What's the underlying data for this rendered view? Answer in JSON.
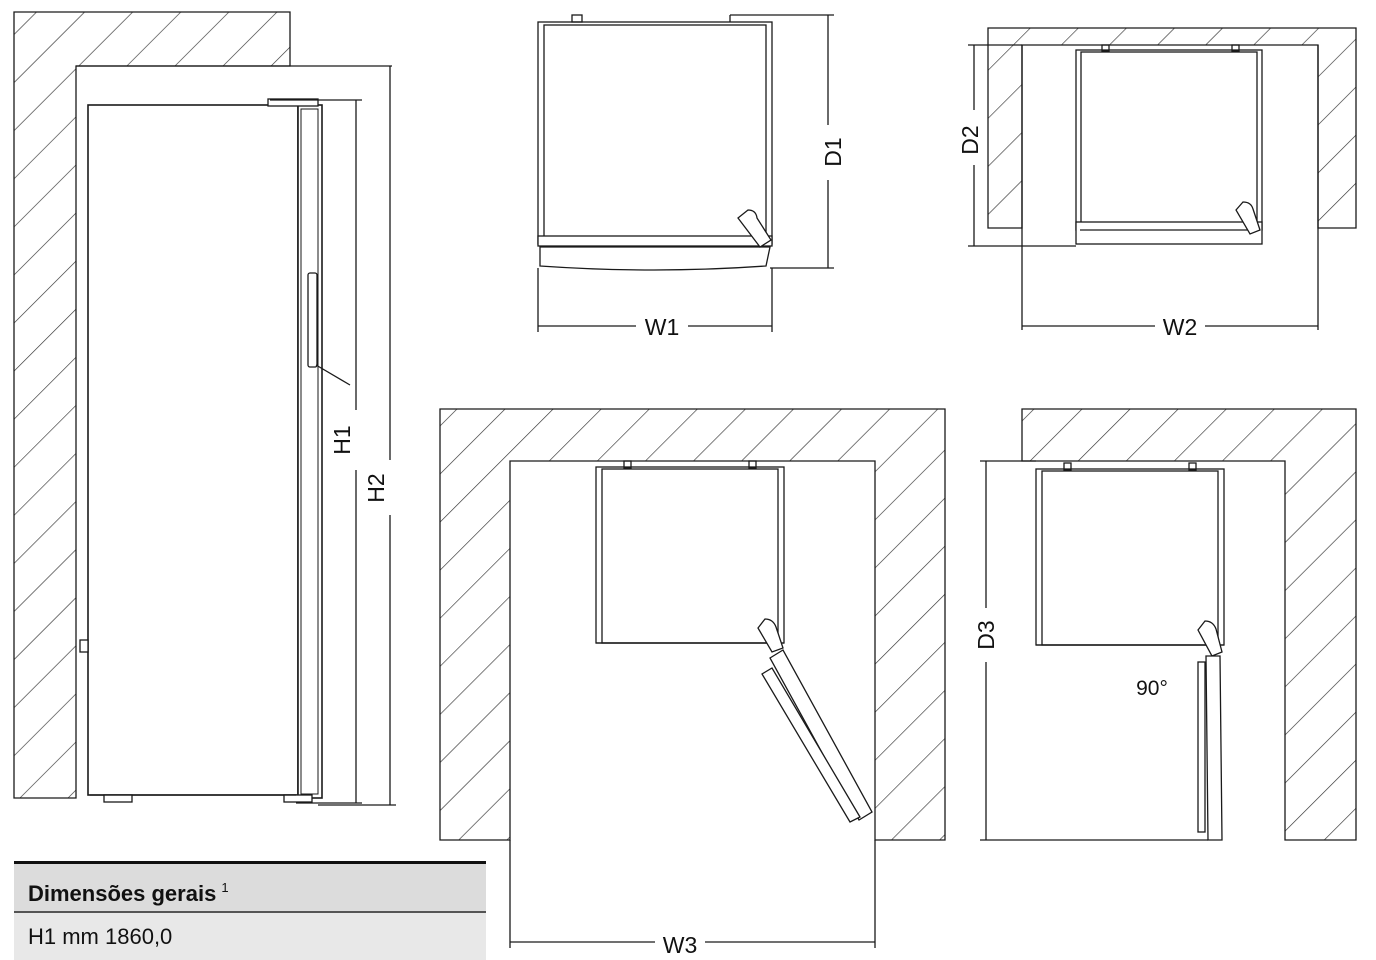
{
  "labels": {
    "h1": "H1",
    "h2": "H2",
    "d1": "D1",
    "w1": "W1",
    "d2": "D2",
    "w2": "W2",
    "w3": "W3",
    "d3": "D3",
    "angle": "90°"
  },
  "table": {
    "title": "Dimensões gerais",
    "footnote": "1",
    "rows": [
      "H1 mm 1860,0"
    ]
  },
  "colors": {
    "line": "#1a1a1a",
    "hatch": "#333333",
    "table_header_bg": "#dcdcdc",
    "table_row_bg": "#e8e8e8"
  }
}
